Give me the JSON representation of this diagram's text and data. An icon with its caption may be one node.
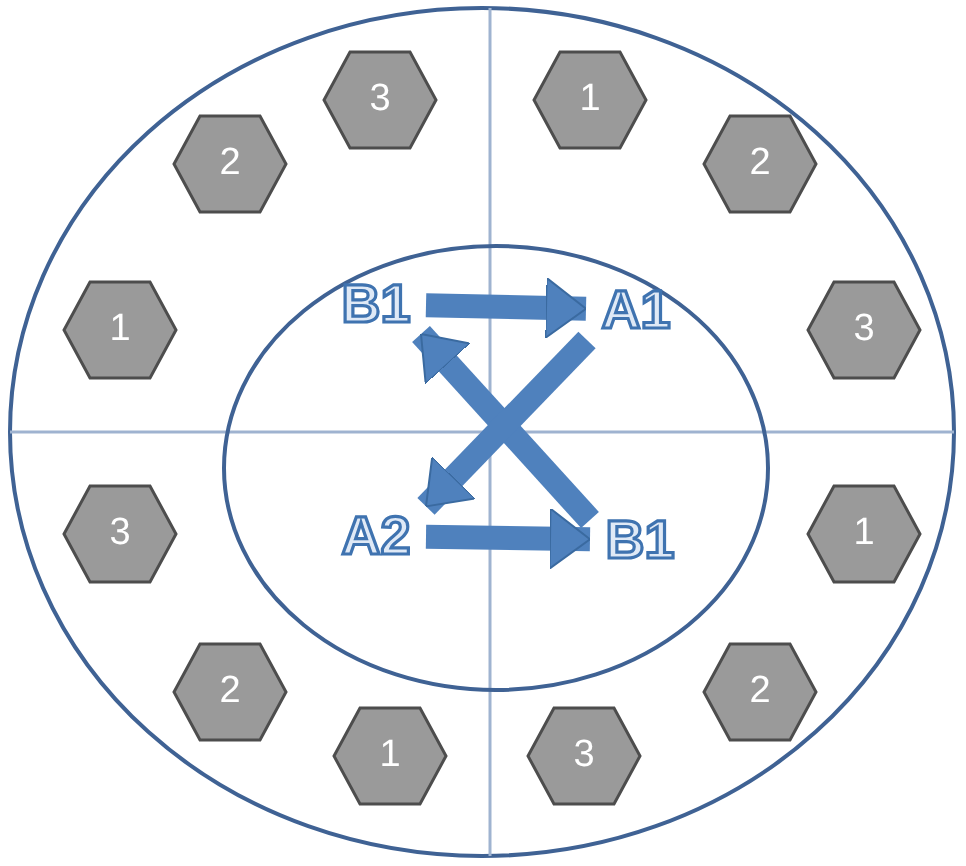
{
  "diagram": {
    "nodes": [
      {
        "text": [
          "3"
        ]
      },
      {
        "text": [
          "1"
        ]
      },
      {
        "text": [
          "2"
        ]
      },
      {
        "text": [
          "2"
        ]
      },
      {
        "text": [
          "1"
        ]
      },
      {
        "text": [
          "3"
        ]
      },
      {
        "text": [
          "3"
        ]
      },
      {
        "text": [
          "1"
        ]
      },
      {
        "text": [
          "2"
        ]
      },
      {
        "text": [
          "2"
        ]
      },
      {
        "text": [
          "1"
        ]
      },
      {
        "text": [
          "3"
        ]
      },
      {
        "text": [
          "B1"
        ]
      },
      {
        "text": [
          "A1"
        ]
      },
      {
        "text": [
          "A2"
        ]
      },
      {
        "text": [
          "B1"
        ]
      }
    ],
    "edges": [
      {
        "from": 12,
        "to": 13,
        "arrow": "to"
      },
      {
        "from": 14,
        "to": 15,
        "arrow": "to"
      },
      {
        "from": 15,
        "to": 12,
        "arrow": "to"
      },
      {
        "from": 13,
        "to": 14,
        "arrow": "to"
      }
    ]
  }
}
